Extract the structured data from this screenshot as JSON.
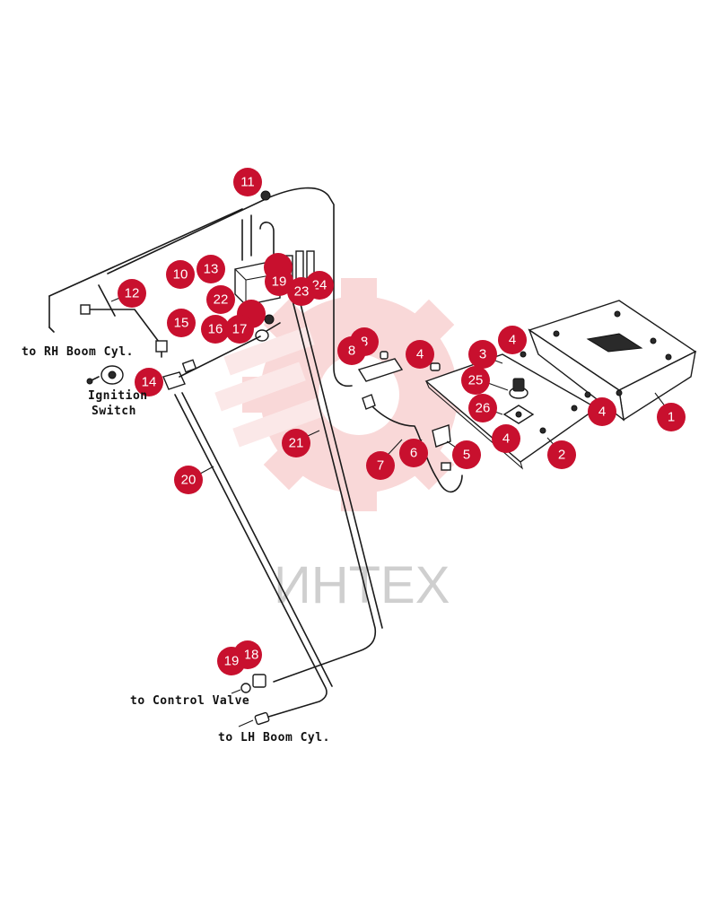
{
  "watermark": {
    "text": "ИНТЕХ",
    "color": "#f0b0b0"
  },
  "annotations": {
    "rh_boom": "to RH Boom Cyl.",
    "ignition_1": "Ignition",
    "ignition_2": "Switch",
    "control_valve": "to Control Valve",
    "lh_boom": "to LH Boom Cyl."
  },
  "callouts": [
    "1",
    "2",
    "3",
    "4",
    "4",
    "4",
    "4",
    "5",
    "6",
    "7",
    "8",
    "8",
    "10",
    "11",
    "12",
    "13",
    "14",
    "15",
    "16",
    "17",
    "19",
    "19",
    "20",
    "21",
    "22",
    "23",
    "24",
    "25",
    "26",
    "18"
  ],
  "accent": "#c8102e"
}
